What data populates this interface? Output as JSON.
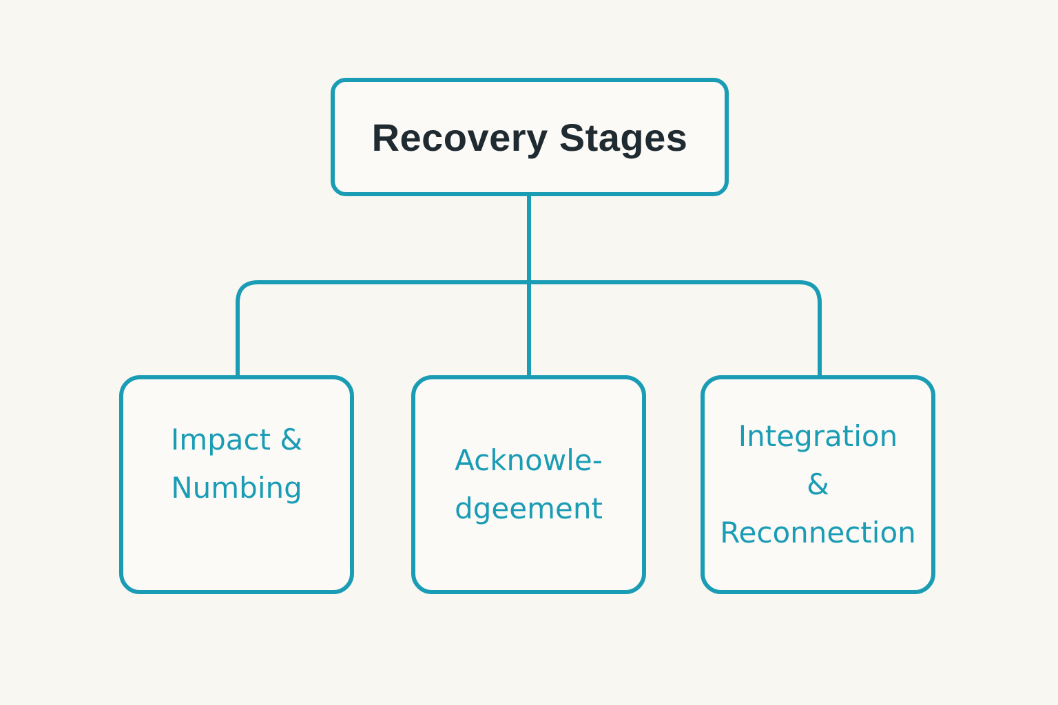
{
  "diagram": {
    "title": "Recovery Stages",
    "nodes": [
      {
        "id": "impact-numbing",
        "lines": [
          "Impact &",
          "Numbing"
        ]
      },
      {
        "id": "acknowledgement",
        "lines": [
          "Acknowle-",
          "dgeement"
        ]
      },
      {
        "id": "integration-reconnection",
        "lines": [
          "Integration",
          "&",
          "Reconnection"
        ]
      }
    ]
  },
  "colors": {
    "accent": "#1a9cb5",
    "title_text": "#1f2a31",
    "background": "#f8f7f2",
    "box_fill": "#fbfaf6"
  }
}
